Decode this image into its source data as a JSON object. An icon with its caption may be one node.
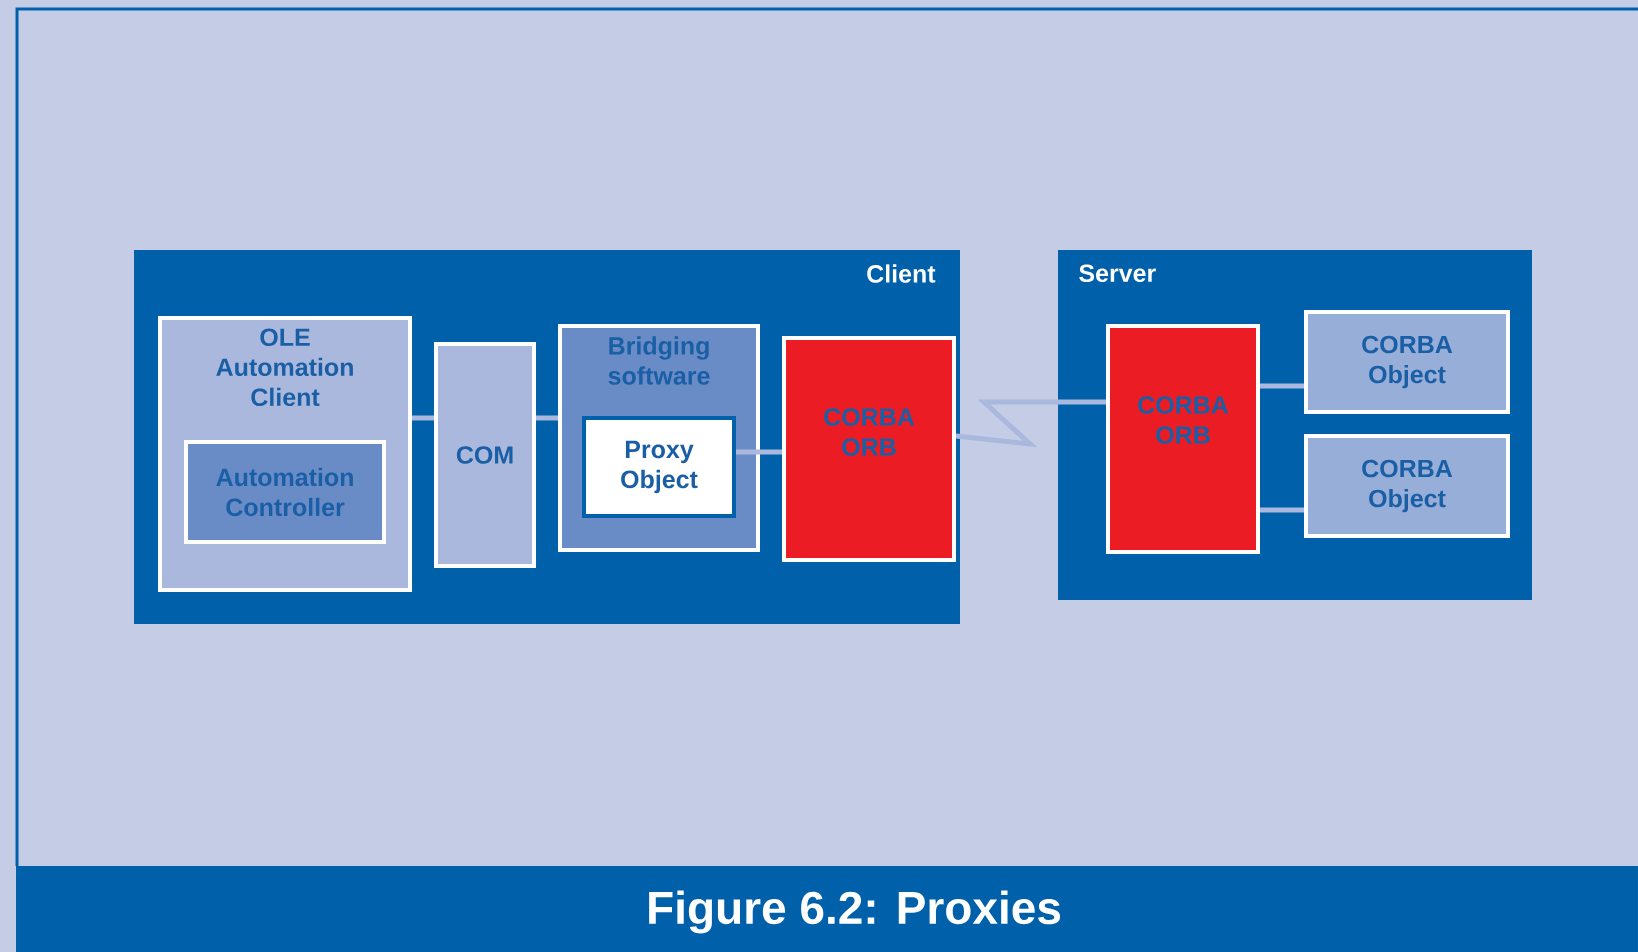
{
  "diagram": {
    "title": "Figure 6.2: Proxies",
    "nodes": [
      {
        "text": [
          "Client"
        ]
      },
      {
        "text": [
          "OLE Automation Client"
        ],
        "in": 0
      },
      {
        "text": [
          "Automation Controller"
        ],
        "in": 1
      },
      {
        "text": [
          "COM"
        ],
        "in": 0
      },
      {
        "text": [
          "Bridging software"
        ],
        "in": 0
      },
      {
        "text": [
          "Proxy Object"
        ],
        "in": 4
      },
      {
        "text": [
          "CORBA ORB"
        ],
        "in": 0
      },
      {
        "text": [
          "Server"
        ]
      },
      {
        "text": [
          "CORBA ORB"
        ],
        "in": 7
      },
      {
        "text": [
          "CORBA Object"
        ],
        "in": 7
      },
      {
        "text": [
          "CORBA Object"
        ],
        "in": 7
      }
    ],
    "edges": [
      {
        "from": 1,
        "to": 3,
        "arrow": "none"
      },
      {
        "from": 3,
        "to": 4,
        "arrow": "none"
      },
      {
        "from": 5,
        "to": 6,
        "arrow": "none"
      },
      {
        "from": 6,
        "to": 8,
        "arrow": "none"
      },
      {
        "from": 8,
        "to": 9,
        "arrow": "none"
      },
      {
        "from": 8,
        "to": 10,
        "arrow": "none"
      }
    ]
  }
}
